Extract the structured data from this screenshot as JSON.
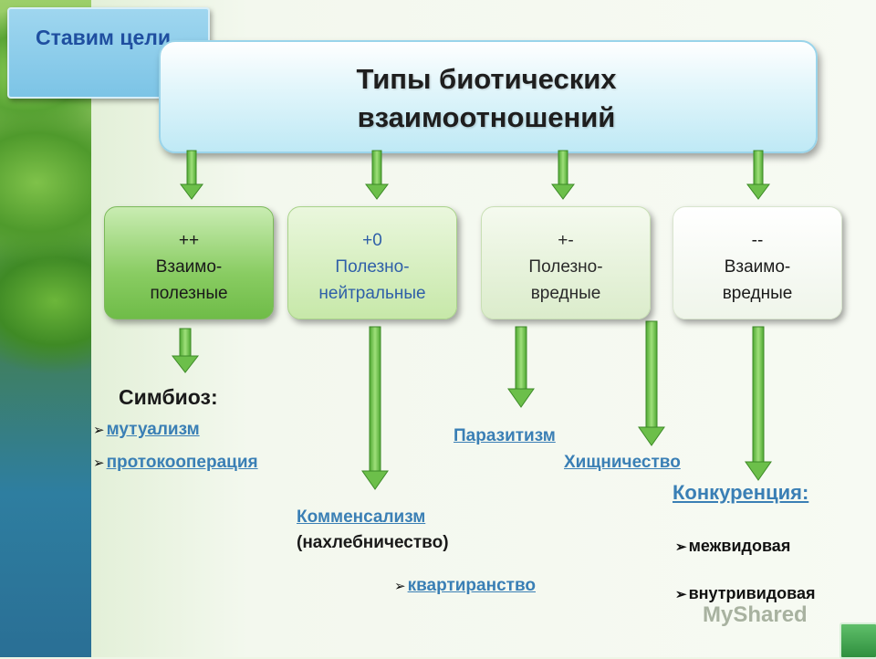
{
  "badge": {
    "label": "Ставим цели"
  },
  "title": {
    "line1": "Типы биотических",
    "line2": "взаимоотношений"
  },
  "categories": [
    {
      "sign": "++",
      "line1": "Взаимо-",
      "line2": "полезные"
    },
    {
      "sign": "+0",
      "line1": "Полезно-",
      "line2": "нейтральные"
    },
    {
      "sign": "+-",
      "line1": "Полезно-",
      "line2": "вредные"
    },
    {
      "sign": "--",
      "line1": "Взаимо-",
      "line2": "вредные"
    }
  ],
  "symbiosis": {
    "heading": "Симбиоз:",
    "items": [
      "мутуализм",
      "протокооперация"
    ]
  },
  "commensalism": {
    "link": "Комменсализм",
    "note": "(нахлебничество)",
    "sub": "квартиранство"
  },
  "parasitism": {
    "link": "Паразитизм"
  },
  "predation": {
    "link": "Хищничество"
  },
  "competition": {
    "link": "Конкуренция:",
    "items": [
      "межвидовая",
      "внутривидовая"
    ]
  },
  "watermark": "MyShared",
  "colors": {
    "link": "#3a7fb5",
    "arrow": "#6cbf4a"
  }
}
